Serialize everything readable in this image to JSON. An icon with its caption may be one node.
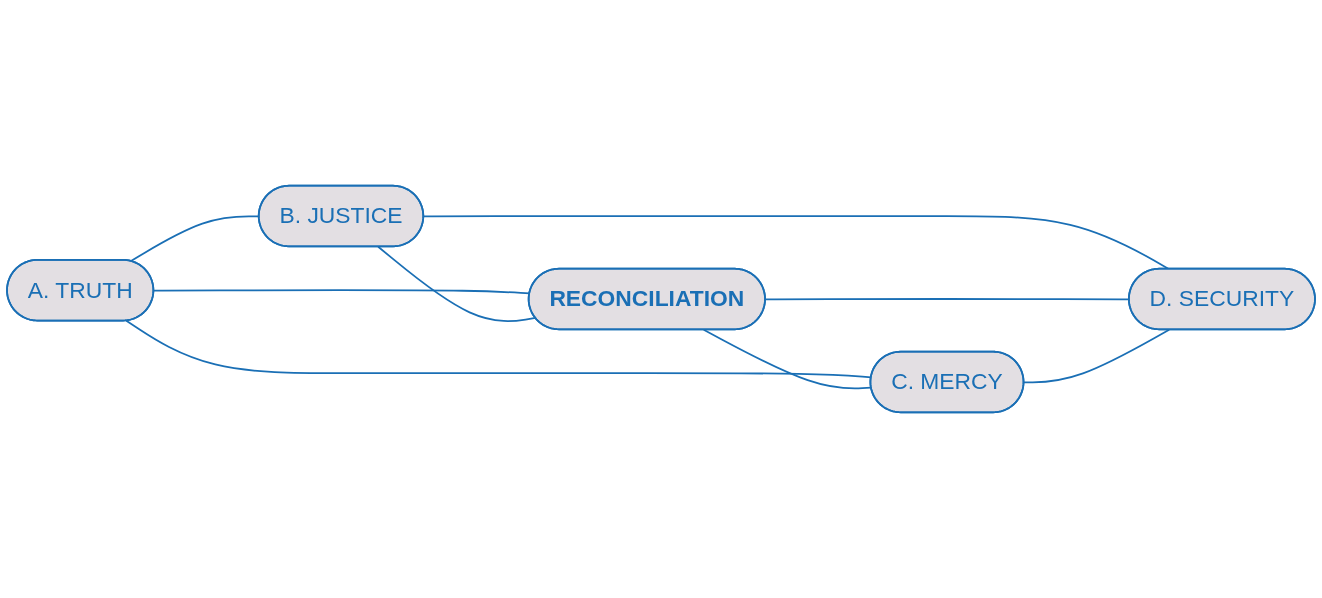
{
  "diagram": {
    "nodes": [
      {
        "text": [
          "A. TRUTH"
        ]
      },
      {
        "text": [
          "B. JUSTICE"
        ]
      },
      {
        "text": [
          "RECONCILIATION"
        ]
      },
      {
        "text": [
          "C. MERCY"
        ]
      },
      {
        "text": [
          "D. SECURITY"
        ]
      }
    ],
    "edges": [
      {
        "from": 0,
        "to": 1,
        "arrow": "none"
      },
      {
        "from": 0,
        "to": 2,
        "arrow": "none"
      },
      {
        "from": 1,
        "to": 2,
        "arrow": "none"
      },
      {
        "from": 0,
        "to": 3,
        "arrow": "none"
      },
      {
        "from": 1,
        "to": 4,
        "arrow": "none"
      },
      {
        "from": 2,
        "to": 3,
        "arrow": "none"
      },
      {
        "from": 2,
        "to": 4,
        "arrow": "none"
      },
      {
        "from": 3,
        "to": 4,
        "arrow": "none"
      }
    ]
  }
}
